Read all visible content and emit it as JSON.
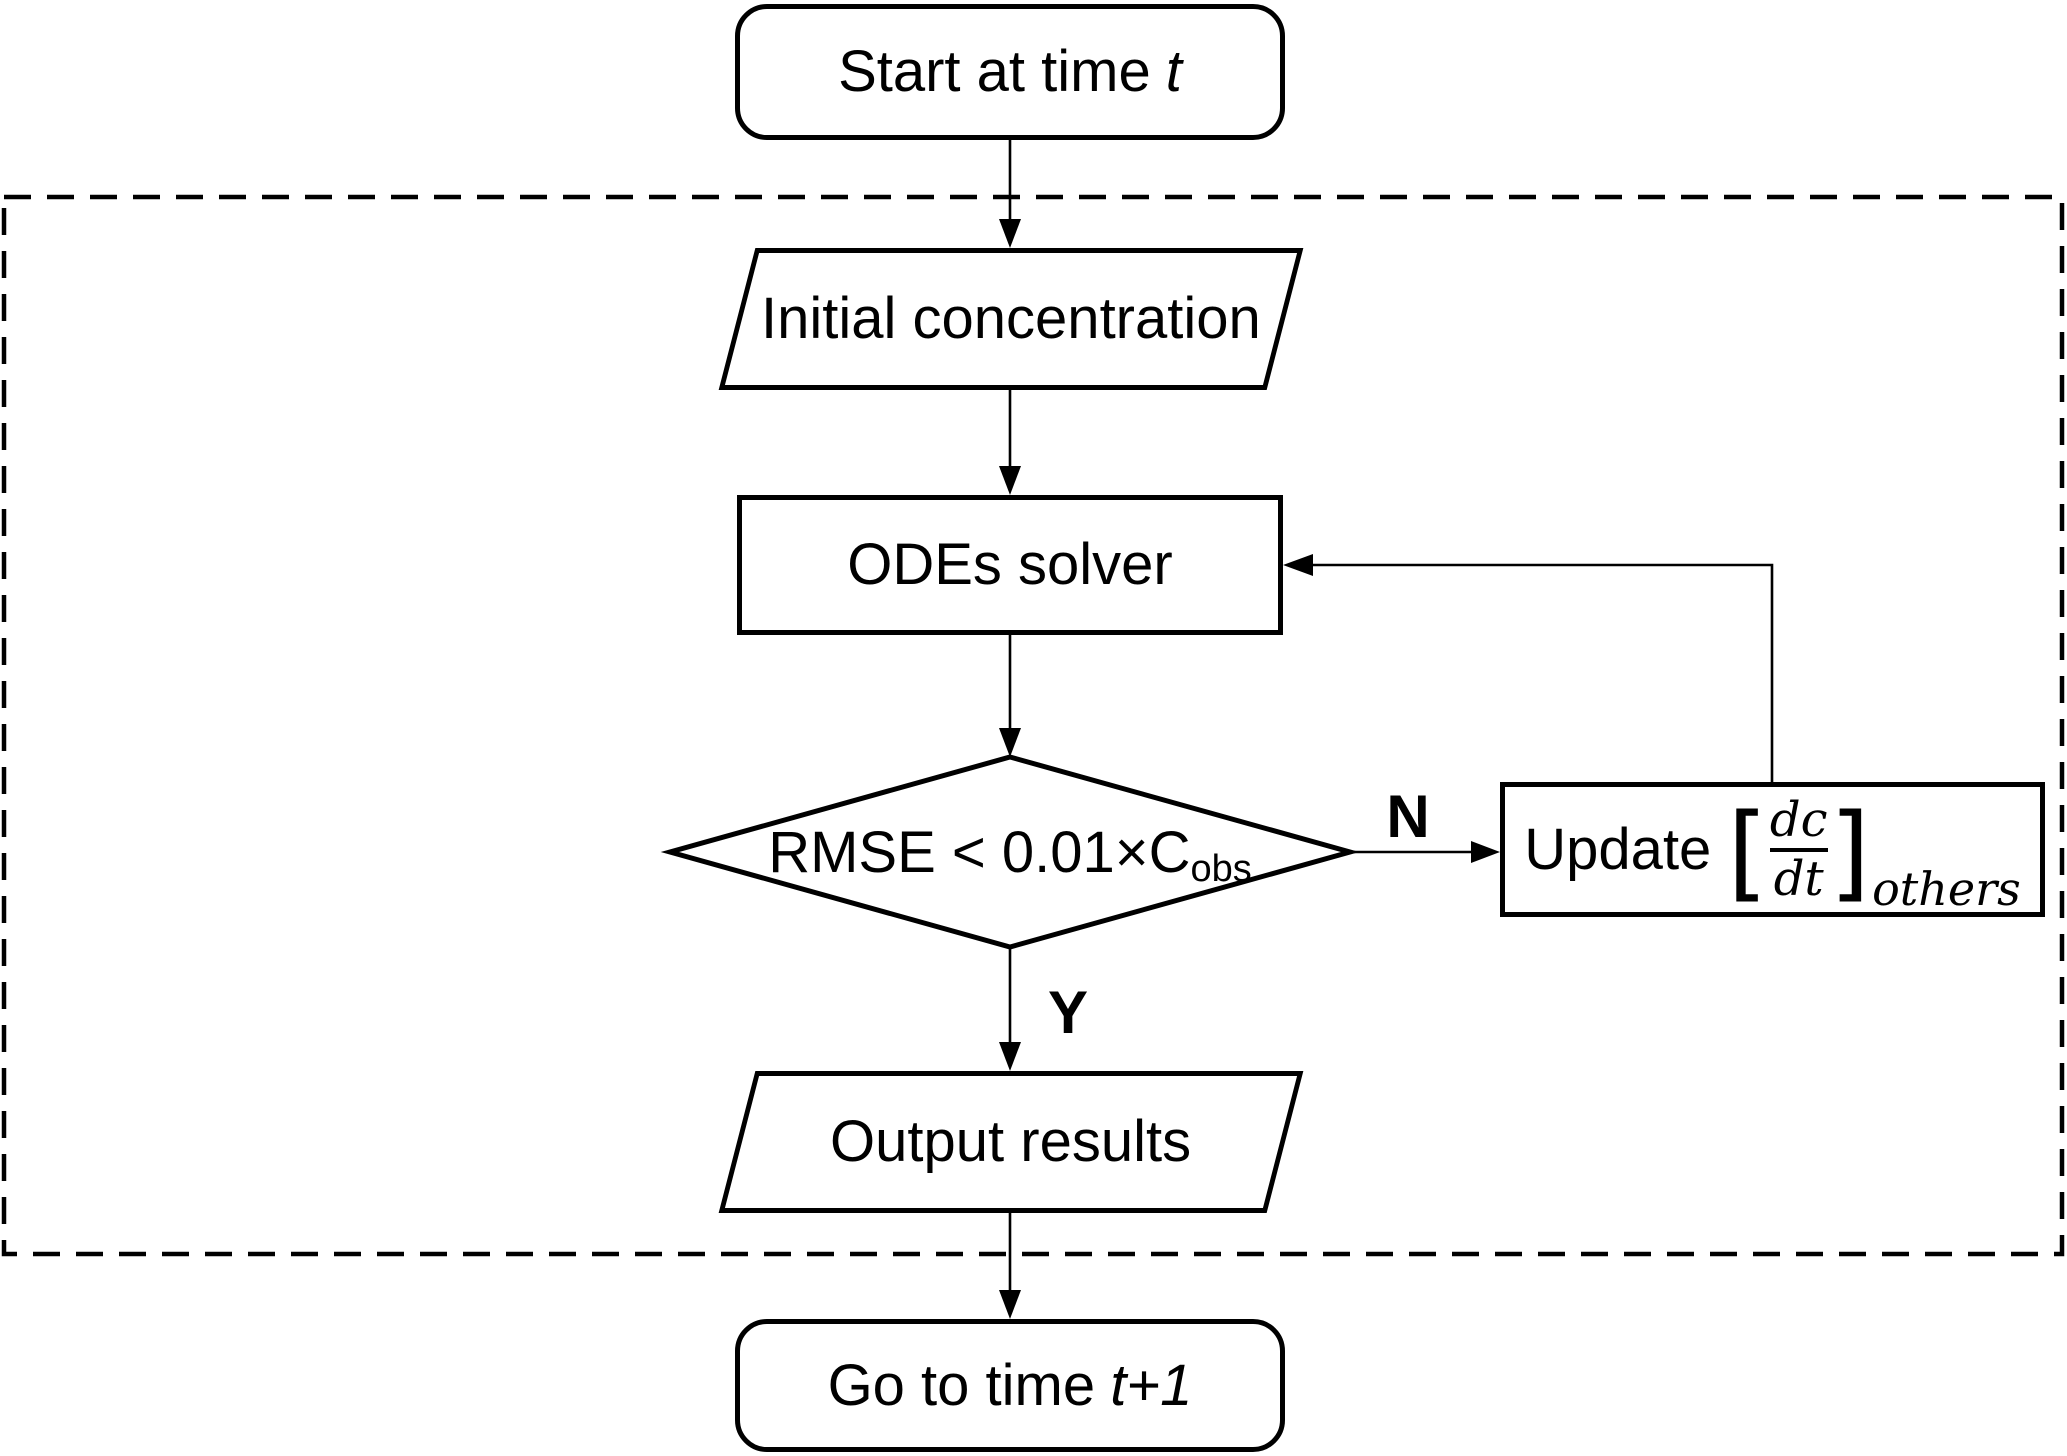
{
  "flowchart": {
    "start": {
      "text": "Start at time",
      "var": "t"
    },
    "initial": {
      "text": "Initial concentration"
    },
    "solver": {
      "text": "ODEs solver"
    },
    "decision": {
      "text": "RMSE < 0.01×C",
      "sub": "obs"
    },
    "update": {
      "text": "Update",
      "bracket_open": "[",
      "numerator": "dc",
      "denominator": "dt",
      "bracket_close": "]",
      "subscript": "others"
    },
    "output": {
      "text": "Output results"
    },
    "goto": {
      "text": "Go to time",
      "var": "t+1"
    },
    "branch_no": "N",
    "branch_yes": "Y",
    "colors": {
      "stroke": "#000000",
      "fill": "#ffffff"
    }
  }
}
